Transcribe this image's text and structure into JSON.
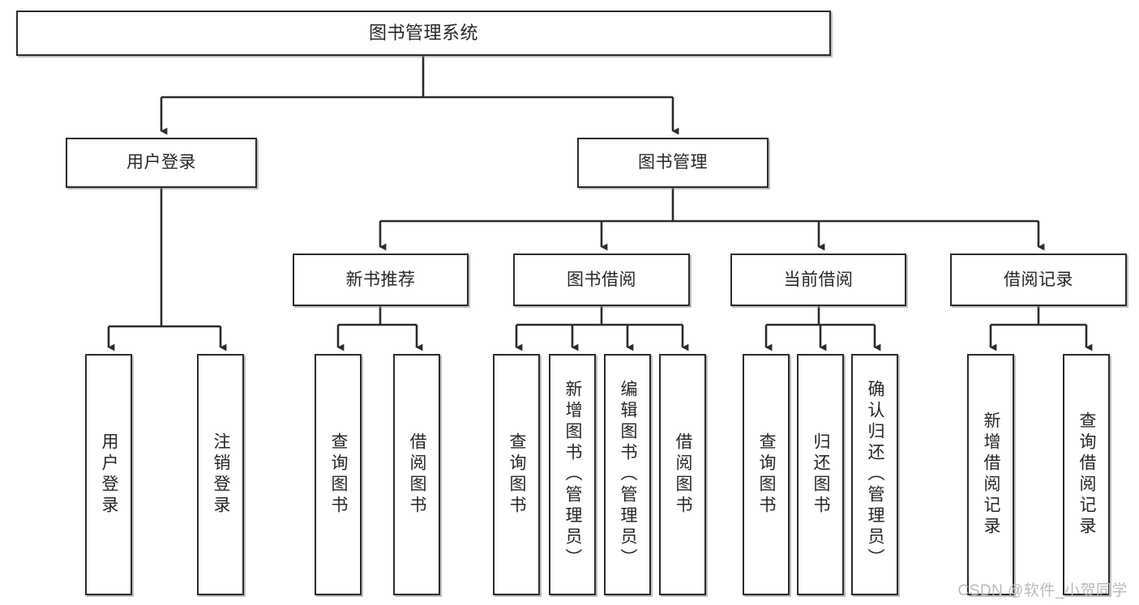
{
  "diagram": {
    "title": "图书管理系统",
    "type": "tree",
    "watermark": "CSDN @软件_小贺同学",
    "colors": {
      "box_border": "#2b2b2b",
      "box_fill": "#ffffff",
      "edge": "#2b2b2b",
      "text": "#262626",
      "watermark": "#b9b9b9"
    },
    "levels": {
      "root": [
        "图书管理系统"
      ],
      "level2": [
        "用户登录",
        "图书管理"
      ],
      "level3": [
        "新书推荐",
        "图书借阅",
        "当前借阅",
        "借阅记录"
      ],
      "leaves": [
        "用户登录",
        "注销登录",
        "查询图书",
        "借阅图书",
        "查询图书",
        "新增图书（管理员）",
        "编辑图书（管理员）",
        "借阅图书",
        "查询图书",
        "归还图书",
        "确认归还（管理员）",
        "新增借阅记录",
        "查询借阅记录"
      ]
    },
    "nodes": {
      "root": {
        "label": "图书管理系统"
      },
      "user_login": {
        "label": "用户登录"
      },
      "book_manage": {
        "label": "图书管理"
      },
      "new_book_rec": {
        "label": "新书推荐"
      },
      "book_borrow": {
        "label": "图书借阅"
      },
      "current_borrow": {
        "label": "当前借阅"
      },
      "borrow_record": {
        "label": "借阅记录"
      },
      "leaf_user_login": {
        "label": "用户登录"
      },
      "leaf_logout": {
        "label": "注销登录"
      },
      "leaf_query_book_1": {
        "label": "查询图书"
      },
      "leaf_borrow_book_1": {
        "label": "借阅图书"
      },
      "leaf_query_book_2": {
        "label": "查询图书"
      },
      "leaf_add_book": {
        "label": "新增图书（管理员）"
      },
      "leaf_edit_book": {
        "label": "编辑图书（管理员）"
      },
      "leaf_borrow_book_2": {
        "label": "借阅图书"
      },
      "leaf_query_book_3": {
        "label": "查询图书"
      },
      "leaf_return_book": {
        "label": "归还图书"
      },
      "leaf_confirm_return": {
        "label": "确认归还（管理员）"
      },
      "leaf_add_record": {
        "label": "新增借阅记录"
      },
      "leaf_query_record": {
        "label": "查询借阅记录"
      }
    },
    "edges": [
      {
        "from": "root",
        "to": "user_login"
      },
      {
        "from": "root",
        "to": "book_manage"
      },
      {
        "from": "user_login",
        "to": "leaf_user_login"
      },
      {
        "from": "user_login",
        "to": "leaf_logout"
      },
      {
        "from": "book_manage",
        "to": "new_book_rec"
      },
      {
        "from": "book_manage",
        "to": "book_borrow"
      },
      {
        "from": "book_manage",
        "to": "current_borrow"
      },
      {
        "from": "book_manage",
        "to": "borrow_record"
      },
      {
        "from": "new_book_rec",
        "to": "leaf_query_book_1"
      },
      {
        "from": "new_book_rec",
        "to": "leaf_borrow_book_1"
      },
      {
        "from": "book_borrow",
        "to": "leaf_query_book_2"
      },
      {
        "from": "book_borrow",
        "to": "leaf_add_book"
      },
      {
        "from": "book_borrow",
        "to": "leaf_edit_book"
      },
      {
        "from": "book_borrow",
        "to": "leaf_borrow_book_2"
      },
      {
        "from": "current_borrow",
        "to": "leaf_query_book_3"
      },
      {
        "from": "current_borrow",
        "to": "leaf_return_book"
      },
      {
        "from": "current_borrow",
        "to": "leaf_confirm_return"
      },
      {
        "from": "borrow_record",
        "to": "leaf_add_record"
      },
      {
        "from": "borrow_record",
        "to": "leaf_query_record"
      }
    ]
  }
}
